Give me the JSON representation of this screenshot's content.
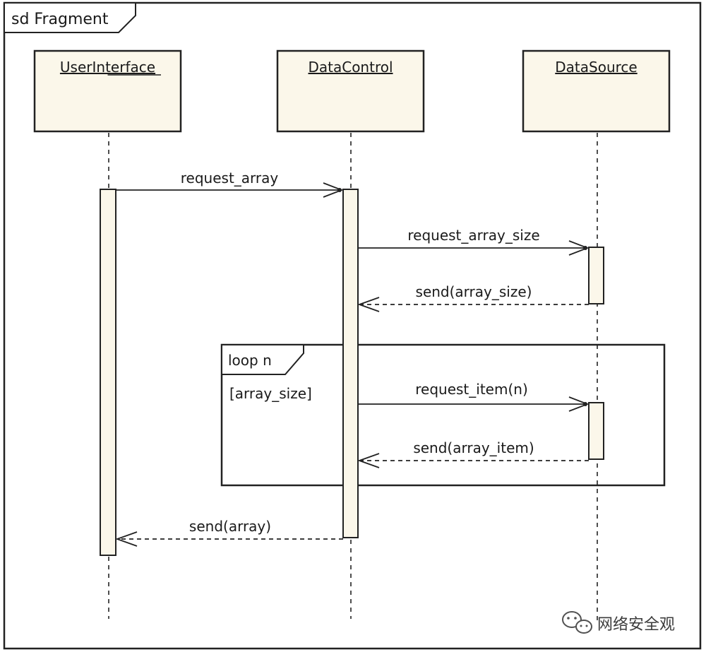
{
  "frame": {
    "label": "sd Fragment"
  },
  "lifelines": [
    {
      "name": "UserInterface"
    },
    {
      "name": "DataControl"
    },
    {
      "name": "DataSource"
    }
  ],
  "messages": [
    {
      "label": "request_array",
      "style": "sync"
    },
    {
      "label": "request_array_size",
      "style": "sync"
    },
    {
      "label": "send(array_size)",
      "style": "return"
    },
    {
      "label": "request_item(n)",
      "style": "sync"
    },
    {
      "label": "send(array_item)",
      "style": "return"
    },
    {
      "label": "send(array)",
      "style": "return"
    }
  ],
  "loop": {
    "label": "loop n",
    "guard": "[array_size]"
  },
  "watermark": {
    "text": "网络安全观",
    "icon": "wechat-icon"
  }
}
